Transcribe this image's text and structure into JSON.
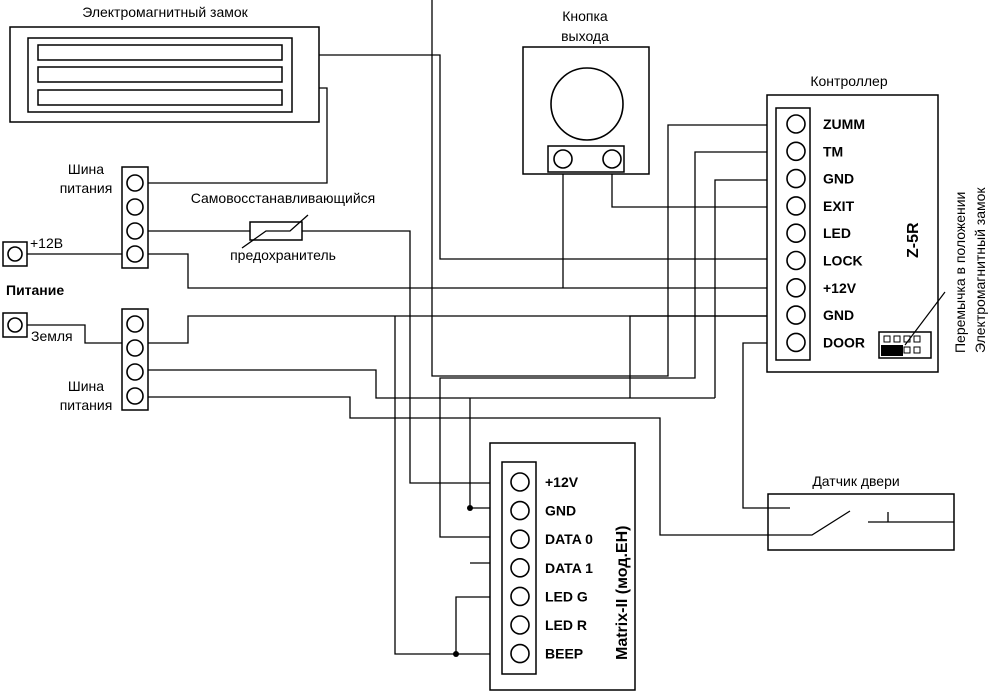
{
  "lock": {
    "title": "Электромагнитный замок"
  },
  "exit_button": {
    "title_line1": "Кнопка",
    "title_line2": "выхода"
  },
  "controller": {
    "title": "Контроллер",
    "model": "Z-5R",
    "terminals": [
      "ZUMM",
      "TM",
      "GND",
      "EXIT",
      "LED",
      "LOCK",
      "+12V",
      "GND",
      "DOOR"
    ],
    "jumper_note_line1": "Перемычка в положении",
    "jumper_note_line2": "Электромагнитный замок"
  },
  "power": {
    "bus_top_line1": "Шина",
    "bus_top_line2": "питания",
    "bus_bottom_line1": "Шина",
    "bus_bottom_line2": "питания",
    "plus_label": "+12В",
    "title": "Питание",
    "ground_label": "Земля"
  },
  "fuse": {
    "label_line1": "Самовосстанавливающийся",
    "label_line2": "предохранитель"
  },
  "reader": {
    "model": "Matrix-II (мод.EH)",
    "terminals": [
      "+12V",
      "GND",
      "DATA 0",
      "DATA 1",
      "LED G",
      "LED R",
      "BEEP"
    ]
  },
  "door_sensor": {
    "title": "Датчик двери"
  }
}
